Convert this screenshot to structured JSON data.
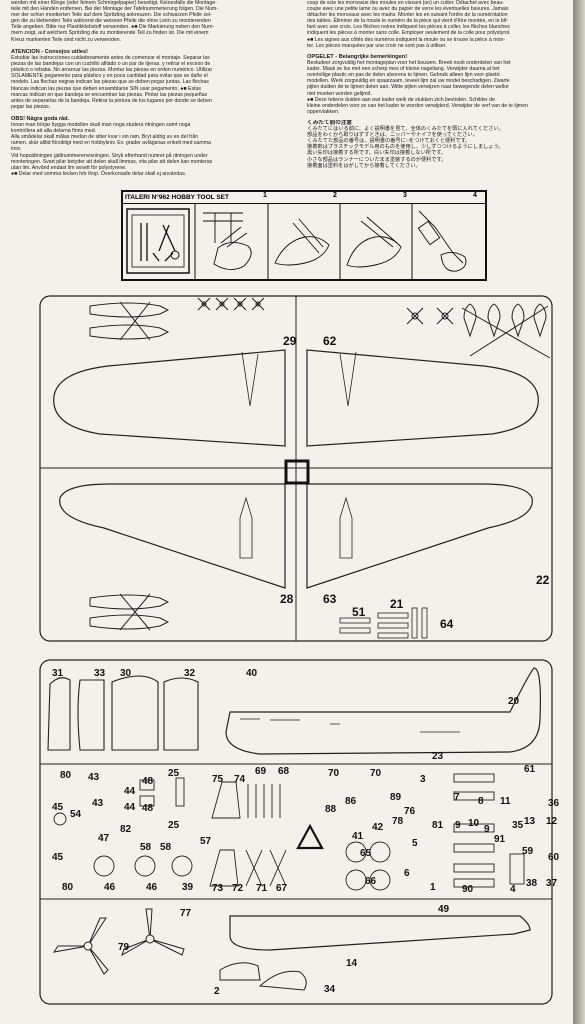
{
  "texts": {
    "german": [
      "werden mit einer Klinge (oder feinem Schmirgelpapier) beseitigt. Keinesfalls die Montage-",
      "teile mit den Händen entfernen. Bei der Montage der Tafelnummerierung folgen. Die Num-",
      "mer der schon montierten Teile auf dem Spritzling ankreuzen. Die schwarzen Pfeile zei-",
      "gen die zu klebenden Teile während die weissen Pfeile die ohne Leim zu montierenden",
      "Teile angeben. Bitte nur Plastikklebstoff verwenden. ●■ Die Markierung neben den Num-",
      "mern zeigt, auf welchem Spritzling die zu montierende Teil zu finden ist. Die mit einem",
      "Kreuz markierten Teile sind nicht zu verwenden."
    ],
    "spanish_heading": "ATENCION - Consejos utiles!",
    "spanish": [
      "Estudiar las instrucciones cuidadosamente antes de comenzar el montaje. Separar las",
      "piezas de las bandejas con un cuchillo afilado o un par de tijeras, y retirar el exceso de",
      "plástico o rebaba. No arrancar las piezas. Montar las piezas en orden numérico. Utilizar",
      "SOLAMENTE pegamento para plástico y en poca cantidad para evitar que se dañe el",
      "modelo. Las flechas negras indican las piezas que se deben pegar juntas. Las flechas",
      "blancas indican las piezas que deben ensamblarse SIN usar pegamento. ●■ Estas",
      "marcas indican en que bandeja se encuentran las piezas. Pintar las piezas pequeñas",
      "antes de separarlas de la bandeja. Retirar la pintura de los lugares por donde se deben",
      "pegar las piezas."
    ],
    "swedish_heading": "OBS! Några goda råd.",
    "swedish": [
      "Innan man börjar bygga modellen skall man noga studera ritningen samt noga",
      "kontrollera att alla delarna finns med.",
      "Alla smådelar skall målas medan de sitter kvar i sin ram. Bryt aldrig av en del från",
      "ramen, skär alltid försiktigt med en hobbykniv. Ev. grader avlägsnas enkelt med samma",
      "kniv.",
      "Vid hopsättningen gällnummerenvisningen. Stryk efterhand numret på ritningen under",
      "monteringen. Svart pilar betyder att delen skall limmas, vita pilar att delen kan monteras",
      "utan lim. Använd endast lim avsett för polystyrene.",
      "●■ Delar med somma tecken hör ihop. Överkorsade delar skall ej användas."
    ],
    "french": [
      "coup de scie les morceaux des moules en vissant (un) un cutter. Détachet avec beau-",
      "coupe avec une petite lame ou avec du papier de verre les éventuelles bavures. Jamais",
      "détacher les morceaux avec les mains. Monter les en suivant l'ordre de la numérotation",
      "des tables. Éliminer de la moule le numéro de la pièce qui vient d'être montée, en le bif-",
      "fant avec une croix. Les flèches noires indiquent les pièces à coller, les flèches blanches",
      "indiquent les pièces à monter sans colle. Employer seulement de la colle pour polystyrol.",
      "●■ Les signes aux côtés des numéros indiquent la moule ou se trouve la pièce à mon-",
      "ter. Les pièces marquées par une croix ne sont pas à utiliser."
    ],
    "dutch_heading": "OPGELET - Belangrijke bemerkingen!",
    "dutch": [
      "Bestudeer zorgvuldig het montageplan voor het bouwen. Breek nooit onderdelen van het",
      "kader. Maak ze los met een scherp mes of kleine nageltang. Verwijder daarna al het",
      "overtollige plastic en pas de delen alvorens te lijmen. Gebruik alleen lijm voor plastic",
      "modellen. Werk zorgvuldig en spaarzaam, teveel lijm zal uw model beschadigen. Zwarte",
      "pijlen duiden de te lijmen delen aan. Witte pijlen verwijzen naar bewegende delen welke",
      "niet moeten worden gelijmd.",
      "●■ Deze tekens duiden aan wat kader welk de stukken zich bevinden. Schilder de",
      "kleine onderdelen voor ze van het kader te worden verwijderd. Verwijder de verf van de te lijmen",
      "oppervlakken."
    ],
    "japanese_heading": "くみたて前の注意",
    "japanese": [
      "くみたてにはいる前に、よく説明書を見て、全体のくみたてを頭に入れてください。",
      "部品をわくから取りはずすときは、ニッパーやナイフを使ってください。",
      "くみたてた部品の番号は、説明書の番号に○をつけておくと便利です。",
      "接着剤はプラスチックモデル用のものを使用し、少しずつつけるようにしましょう。",
      "黒い矢印は接着する所です。白い矢印は接着しない所です。",
      "小さな部品はランナーについたまま塗装するのが便利です。",
      "接着面は塗料をはがしてから接着してください。"
    ]
  },
  "tool_set": {
    "title": "ITALERI N°962 HOBBY TOOL SET",
    "steps": [
      "1",
      "2",
      "3",
      "4"
    ]
  },
  "sprue1": {
    "labels": {
      "p29": "29",
      "p62": "62",
      "p28": "28",
      "p63": "63",
      "p22": "22",
      "p51": "51",
      "p21": "21",
      "p64": "64"
    }
  },
  "sprue2": {
    "labels": {
      "p31": "31",
      "p33": "33",
      "p30": "30",
      "p32": "32",
      "p40": "40",
      "p20": "20",
      "p23": "23",
      "p80a": "80",
      "p43a": "43",
      "p44a": "44",
      "p48a": "48",
      "p25a": "25",
      "p75": "75",
      "p74": "74",
      "p69": "69",
      "p68": "68",
      "p70a": "70",
      "p70b": "70",
      "p3": "3",
      "p61": "61",
      "p45a": "45",
      "p54": "54",
      "p43b": "43",
      "p44b": "44",
      "p48b": "48",
      "p25b": "25",
      "p88": "88",
      "p86": "86",
      "p89": "89",
      "p7": "7",
      "p8": "8",
      "p11": "11",
      "p36": "36",
      "p47": "47",
      "p82": "82",
      "p57": "57",
      "p78": "78",
      "p42": "42",
      "p76": "76",
      "p81": "81",
      "p9a": "9",
      "p10": "10",
      "p9b": "9",
      "p35": "35",
      "p91": "91",
      "p13": "13",
      "p12": "12",
      "p45b": "45",
      "p58a": "58",
      "p58b": "58",
      "p41": "41",
      "p65": "65",
      "p5": "5",
      "p59": "59",
      "p60": "60",
      "p46a": "46",
      "p46b": "46",
      "p39": "39",
      "p73": "73",
      "p72": "72",
      "p71": "71",
      "p67": "67",
      "p66": "66",
      "p6": "6",
      "p1": "1",
      "p90": "90",
      "p4": "4",
      "p38": "38",
      "p37": "37",
      "p80b": "80",
      "p77": "77",
      "p49": "49",
      "p79": "79",
      "p14": "14",
      "p2": "2",
      "p34": "34"
    }
  }
}
